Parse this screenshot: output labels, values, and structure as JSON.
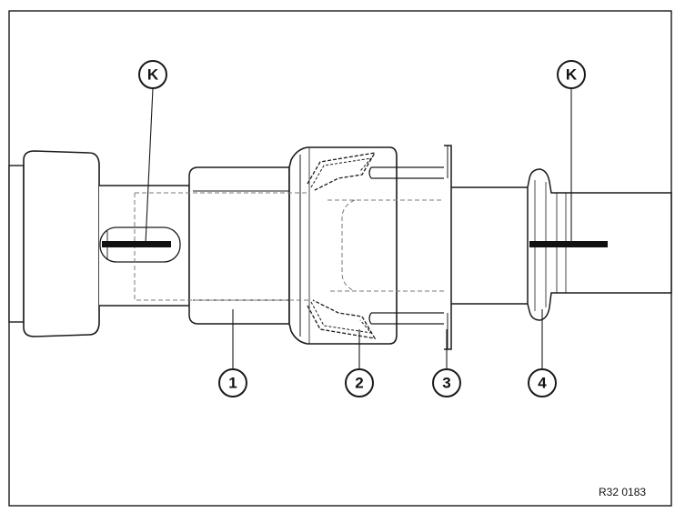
{
  "callouts": {
    "k_left": "K",
    "k_right": "K",
    "c1": "1",
    "c2": "2",
    "c3": "3",
    "c4": "4"
  },
  "figure_ref": "R32 0183",
  "colors": {
    "stroke": "#1a1a1a",
    "hidden": "#7a7a7a",
    "fill": "#ffffff"
  }
}
